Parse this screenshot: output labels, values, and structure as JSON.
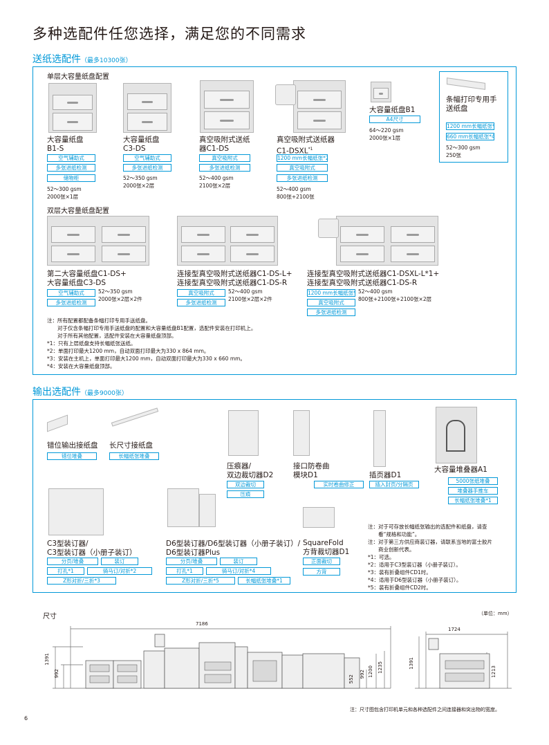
{
  "page_title": "多种选配件任您选择，满足您的不同需求",
  "page_number": "6",
  "feed_section": {
    "title": "送纸选配件",
    "note": "（最多10300张）",
    "single_heading": "单层大容量纸盘配置",
    "double_heading": "双层大容量纸盘配置",
    "products": [
      {
        "name1": "大容量纸盘",
        "name2": "B1-S",
        "tags": [
          "空气辅助式",
          "多张进纸检测",
          "储物柜"
        ],
        "specs": [
          "52～300 gsm",
          "2000张×1层"
        ]
      },
      {
        "name1": "大容量纸盘",
        "name2": "C3-DS",
        "tags": [
          "空气辅助式",
          "多张进纸检测"
        ],
        "specs": [
          "52～350 gsm",
          "2000张×2层"
        ]
      },
      {
        "name1": "真空吸附式送纸",
        "name2": "器C1-DS",
        "tags": [
          "真空吸附式",
          "多张进纸检测"
        ],
        "specs": [
          "52～400 gsm",
          "2100张×2层"
        ]
      },
      {
        "name1": "真空吸附式送纸器",
        "name2": "C1-DSXL",
        "name2_sup": "*1",
        "tags": [
          "1200 mm长幅纸张*2",
          "真空吸附式",
          "多张进纸检测"
        ],
        "specs": [
          "52～400 gsm",
          "800张+2100张"
        ]
      },
      {
        "name1": "大容量纸盘B1",
        "tags": [
          "A4尺寸"
        ],
        "specs": [
          "64～220 gsm",
          "2000张×1层"
        ]
      },
      {
        "name1": "条幅打印专用手",
        "name2": "送纸盘",
        "tags": [
          "1200 mm长幅纸张*3",
          "660 mm长幅纸张*4"
        ],
        "specs": [
          "52～300 gsm",
          "250张"
        ]
      },
      {
        "name1": "第二大容量纸盘C1-DS+",
        "name2": "大容量纸盘C3-DS",
        "tags": [
          "空气辅助式",
          "多张进纸检测"
        ],
        "specs": [
          "52～350 gsm",
          "2000张×2层×2件"
        ]
      },
      {
        "name1": "连接型真空吸附式送纸器C1-DS-L+",
        "name2": "连接型真空吸附式送纸器C1-DS-R",
        "tags": [
          "真空吸附式",
          "多张进纸检测"
        ],
        "specs": [
          "52～400 gsm",
          "2100张×2层×2件"
        ]
      },
      {
        "name1": "连接型真空吸附式送纸器C1-DSXL-L*1+",
        "name2": "连接型真空吸附式送纸器C1-DS-R",
        "tags": [
          "1200 mm长幅纸张*2",
          "真空吸附式",
          "多张进纸检测"
        ],
        "specs": [
          "52～400 gsm",
          "800张+2100张+2100张×2层"
        ]
      }
    ],
    "notes": [
      "注：所有配置都配备条幅打印专用手送纸盘。",
      "　　对于仅含条幅打印专用手送纸盘的配置和大容量纸盘B1配置，选配件安装在打印机上。",
      "　　对于所有其他配置，选配件安装在大容量纸盘顶部。",
      "*1：只有上层纸盘支持长幅纸张送纸。",
      "*2：单面打印最大1200 mm，自动双面打印最大为330 x 864 mm。",
      "*3：安装在主机上，单面打印最大1200 mm，自动双面打印最大为330 x 660 mm。",
      "*4：安装在大容量纸盘顶部。"
    ]
  },
  "output_section": {
    "title": "输出选配件",
    "note": "（最多9000张）",
    "products": [
      {
        "name1": "错位输出接纸盘",
        "tags": [
          "错位堆叠"
        ]
      },
      {
        "name1": "长尺寸接纸盘",
        "tags": [
          "长幅纸张堆叠"
        ]
      },
      {
        "name1": "压痕器/",
        "name2": "双边裁切器D2",
        "tags": [
          "双边裁切",
          "压痕"
        ]
      },
      {
        "name1": "接口防卷曲",
        "name2": "模块D1",
        "tags": [
          "实时卷曲修正"
        ]
      },
      {
        "name1": "插页器D1",
        "tags": [
          "插入封页/分隔页"
        ]
      },
      {
        "name1": "大容量堆叠器A1",
        "tags": [
          "5000张纸堆叠",
          "堆叠器手推车",
          "长幅纸张堆叠*1"
        ]
      },
      {
        "name1": "C3型装订器/",
        "name2": "C3型装订器（小册子装订）",
        "tags": [
          "分页/堆叠",
          "装订",
          "打孔*1",
          "骑马订/对折*2",
          "Z形对折/三折*3"
        ]
      },
      {
        "name1": "D6型装订器/D6型装订器（小册子装订）/",
        "name2": "D6型装订器Plus",
        "tags": [
          "分页/堆叠",
          "装订",
          "打孔*1",
          "骑马订/对折*4",
          "Z形对折/三折*5",
          "长幅纸张堆叠*1"
        ]
      },
      {
        "name1": "SquareFold",
        "name2": "方背裁切器D1",
        "tags": [
          "正面裁切",
          "方背"
        ]
      }
    ],
    "notes": [
      "注：对于可存放长幅纸张输出的选配件和纸盘，请查",
      "　　看“规格和功能”。",
      "注：对于第三方供应商装订器，请联系当地的富士胶片",
      "　　商业创新代表。",
      "*1：可选。",
      "*2：适用于C3型装订器（小册子装订）。",
      "*3：装有折叠组件CD1时。",
      "*4：适用于D6型装订器（小册子装订）。",
      "*5：装有折叠组件CD2时。"
    ]
  },
  "dimensions": {
    "title": "尺寸",
    "unit": "（单位：mm）",
    "left_labels": {
      "width": "7186",
      "total_height": "1391",
      "body_height": "992",
      "h1": "552",
      "h2": "992",
      "h3": "1200",
      "h4": "1235"
    },
    "right_labels": {
      "width": "1724",
      "total_height": "1391",
      "body_height": "1213"
    },
    "footnote": "注：尺寸图包含打印机单元和各种选配件之间连接器和突出物的宽度。"
  },
  "colors": {
    "accent": "#0098d8",
    "text": "#231815",
    "machine": "#e4e4e4"
  }
}
